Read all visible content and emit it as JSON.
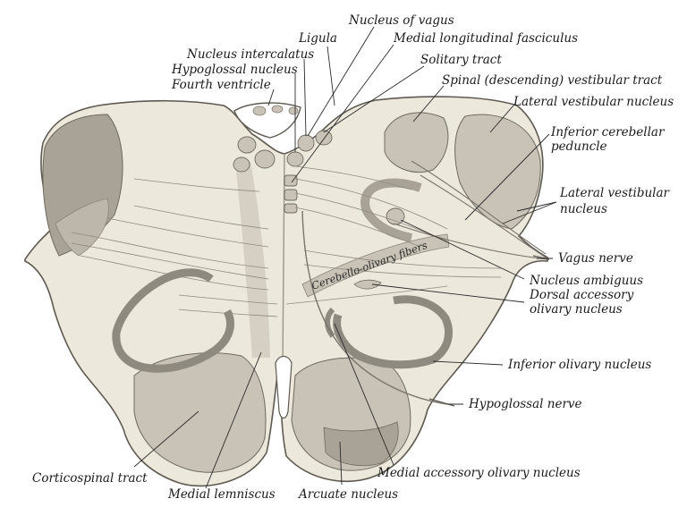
{
  "diagram": {
    "labels": {
      "nucleus_of_vagus": "Nucleus of vagus",
      "ligula": "Ligula",
      "medial_longitudinal_fasciculus": "Medial longitudinal fasciculus",
      "nucleus_intercalatus": "Nucleus intercalatus",
      "solitary_tract": "Solitary tract",
      "hypoglossal_nucleus": "Hypoglossal nucleus",
      "spinal_vestibular_tract": "Spinal (descending) vestibular tract",
      "fourth_ventricle": "Fourth ventricle",
      "lateral_vestibular_nucleus_top": "Lateral vestibular nucleus",
      "inferior_cerebellar_peduncle_1": "Inferior cerebellar",
      "inferior_cerebellar_peduncle_2": "peduncle",
      "lateral_vestibular_nucleus_mid_1": "Lateral vestibular",
      "lateral_vestibular_nucleus_mid_2": "nucleus",
      "vagus_nerve": "Vagus nerve",
      "cerebello_olivary_fibers": "Cerebello-olivary fibers",
      "nucleus_ambiguus": "Nucleus ambiguus",
      "dorsal_accessory_olivary_1": "Dorsal accessory",
      "dorsal_accessory_olivary_2": "olivary nucleus",
      "inferior_olivary_nucleus": "Inferior olivary nucleus",
      "hypoglossal_nerve": "Hypoglossal nerve",
      "medial_accessory_olivary_nucleus": "Medial accessory olivary nucleus",
      "corticospinal_tract": "Corticospinal tract",
      "medial_lemniscus": "Medial lemniscus",
      "arcuate_nucleus": "Arcuate nucleus"
    },
    "colors": {
      "background": "#ffffff",
      "tissue_light": "#ece8dc",
      "tissue_gray": "#c9c2b6",
      "tissue_dark": "#a9a296",
      "outline": "#5e5a52",
      "text": "#1a1a1a"
    }
  }
}
